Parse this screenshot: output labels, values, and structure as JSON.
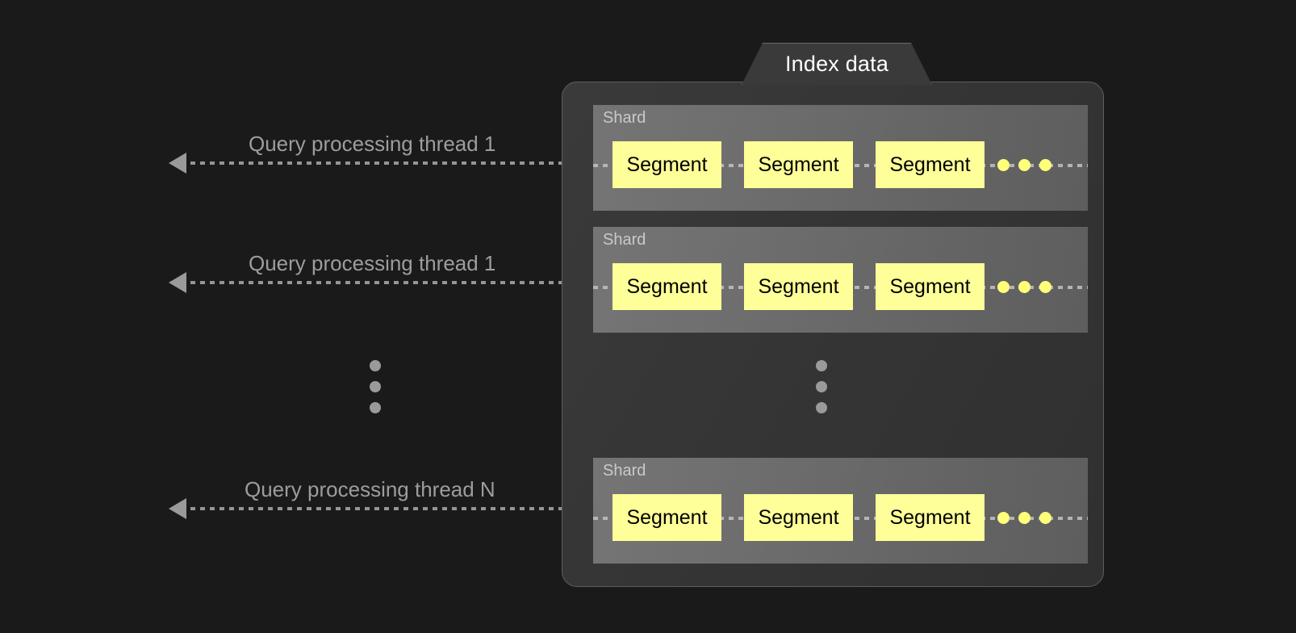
{
  "diagram": {
    "title": "Index data",
    "background_color": "#1a1a1a",
    "container": {
      "label": "Index data",
      "fill": "#353535",
      "border_color": "#5e5e5e"
    },
    "segment_color": "#ffff99",
    "shard_color": "#6d6d6d",
    "accent_dot_color": "#ffff7a",
    "line_color": "#b8b8b8",
    "threads": [
      {
        "label": "Query processing thread 1"
      },
      {
        "label": "Query processing thread 1"
      },
      {
        "label": "Query processing thread N"
      }
    ],
    "shards": [
      {
        "label": "Shard",
        "segments": [
          "Segment",
          "Segment",
          "Segment"
        ],
        "trailing_dots": 3
      },
      {
        "label": "Shard",
        "segments": [
          "Segment",
          "Segment",
          "Segment"
        ],
        "trailing_dots": 3
      },
      {
        "label": "Shard",
        "segments": [
          "Segment",
          "Segment",
          "Segment"
        ],
        "trailing_dots": 3
      }
    ],
    "ellipsis": {
      "left_dots": 3,
      "middle_dots": 3
    }
  }
}
